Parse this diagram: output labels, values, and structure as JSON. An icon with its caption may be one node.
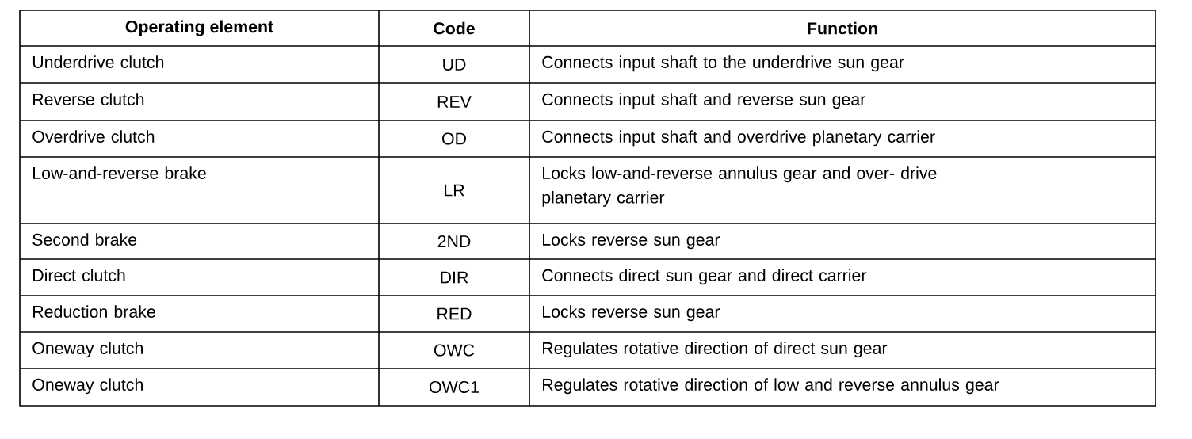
{
  "diagram": {
    "labels": [
      "Operating element",
      "Code",
      "Function",
      "Underdrive clutch",
      "UD",
      "Connects input shaft to the underdrive sun gear",
      "Reverse clutch",
      "REV",
      "Connects input shaft and reverse sun gear",
      "Overdrive clutch",
      "OD",
      "Connects input shaft and overdrive planetary carrier",
      "Low-and-reverse brake",
      "LR",
      "Locks low-and-reverse annulus gear and over- drive planetary carrier",
      "Second brake",
      "2ND",
      "Locks reverse sun gear",
      "Direct clutch",
      "DIR",
      "Connects direct sun gear and direct carrier",
      "Reduction brake",
      "RED",
      "Locks reverse sun gear",
      "Oneway clutch",
      "OWC",
      "Regulates rotative direction of direct sun gear",
      "Oneway clutch",
      "OWC1",
      "Regulates rotative direction of low and reverse annulus gear"
    ]
  }
}
